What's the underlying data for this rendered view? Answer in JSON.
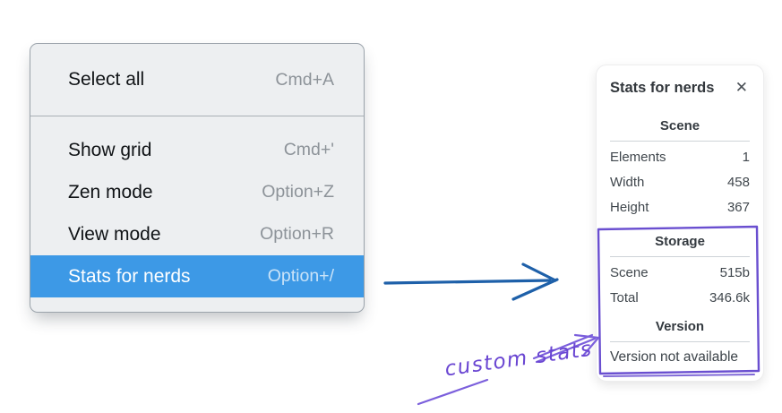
{
  "context_menu": {
    "sections": [
      {
        "items": [
          {
            "label": "Select all",
            "shortcut": "Cmd+A",
            "highlighted": false
          }
        ]
      },
      {
        "items": [
          {
            "label": "Show grid",
            "shortcut": "Cmd+'",
            "highlighted": false
          },
          {
            "label": "Zen mode",
            "shortcut": "Option+Z",
            "highlighted": false
          },
          {
            "label": "View mode",
            "shortcut": "Option+R",
            "highlighted": false
          },
          {
            "label": "Stats for nerds",
            "shortcut": "Option+/",
            "highlighted": true
          }
        ]
      }
    ]
  },
  "stats_panel": {
    "title": "Stats for nerds",
    "close_icon": "✕",
    "sections": [
      {
        "heading": "Scene",
        "rows": [
          {
            "label": "Elements",
            "value": "1"
          },
          {
            "label": "Width",
            "value": "458"
          },
          {
            "label": "Height",
            "value": "367"
          }
        ]
      },
      {
        "heading": "Storage",
        "rows": [
          {
            "label": "Scene",
            "value": "515b"
          },
          {
            "label": "Total",
            "value": "346.6k"
          }
        ]
      },
      {
        "heading": "Version",
        "rows": [],
        "note": "Version not available"
      }
    ]
  },
  "annotation": {
    "label": "custom stats"
  },
  "colors": {
    "menu_highlight_blue": "#3d99e6",
    "pointer_arrow_blue": "#1e60a9",
    "annotation_purple": "#6a4fd0",
    "menu_background": "#edeff1",
    "panel_background": "#ffffff"
  }
}
